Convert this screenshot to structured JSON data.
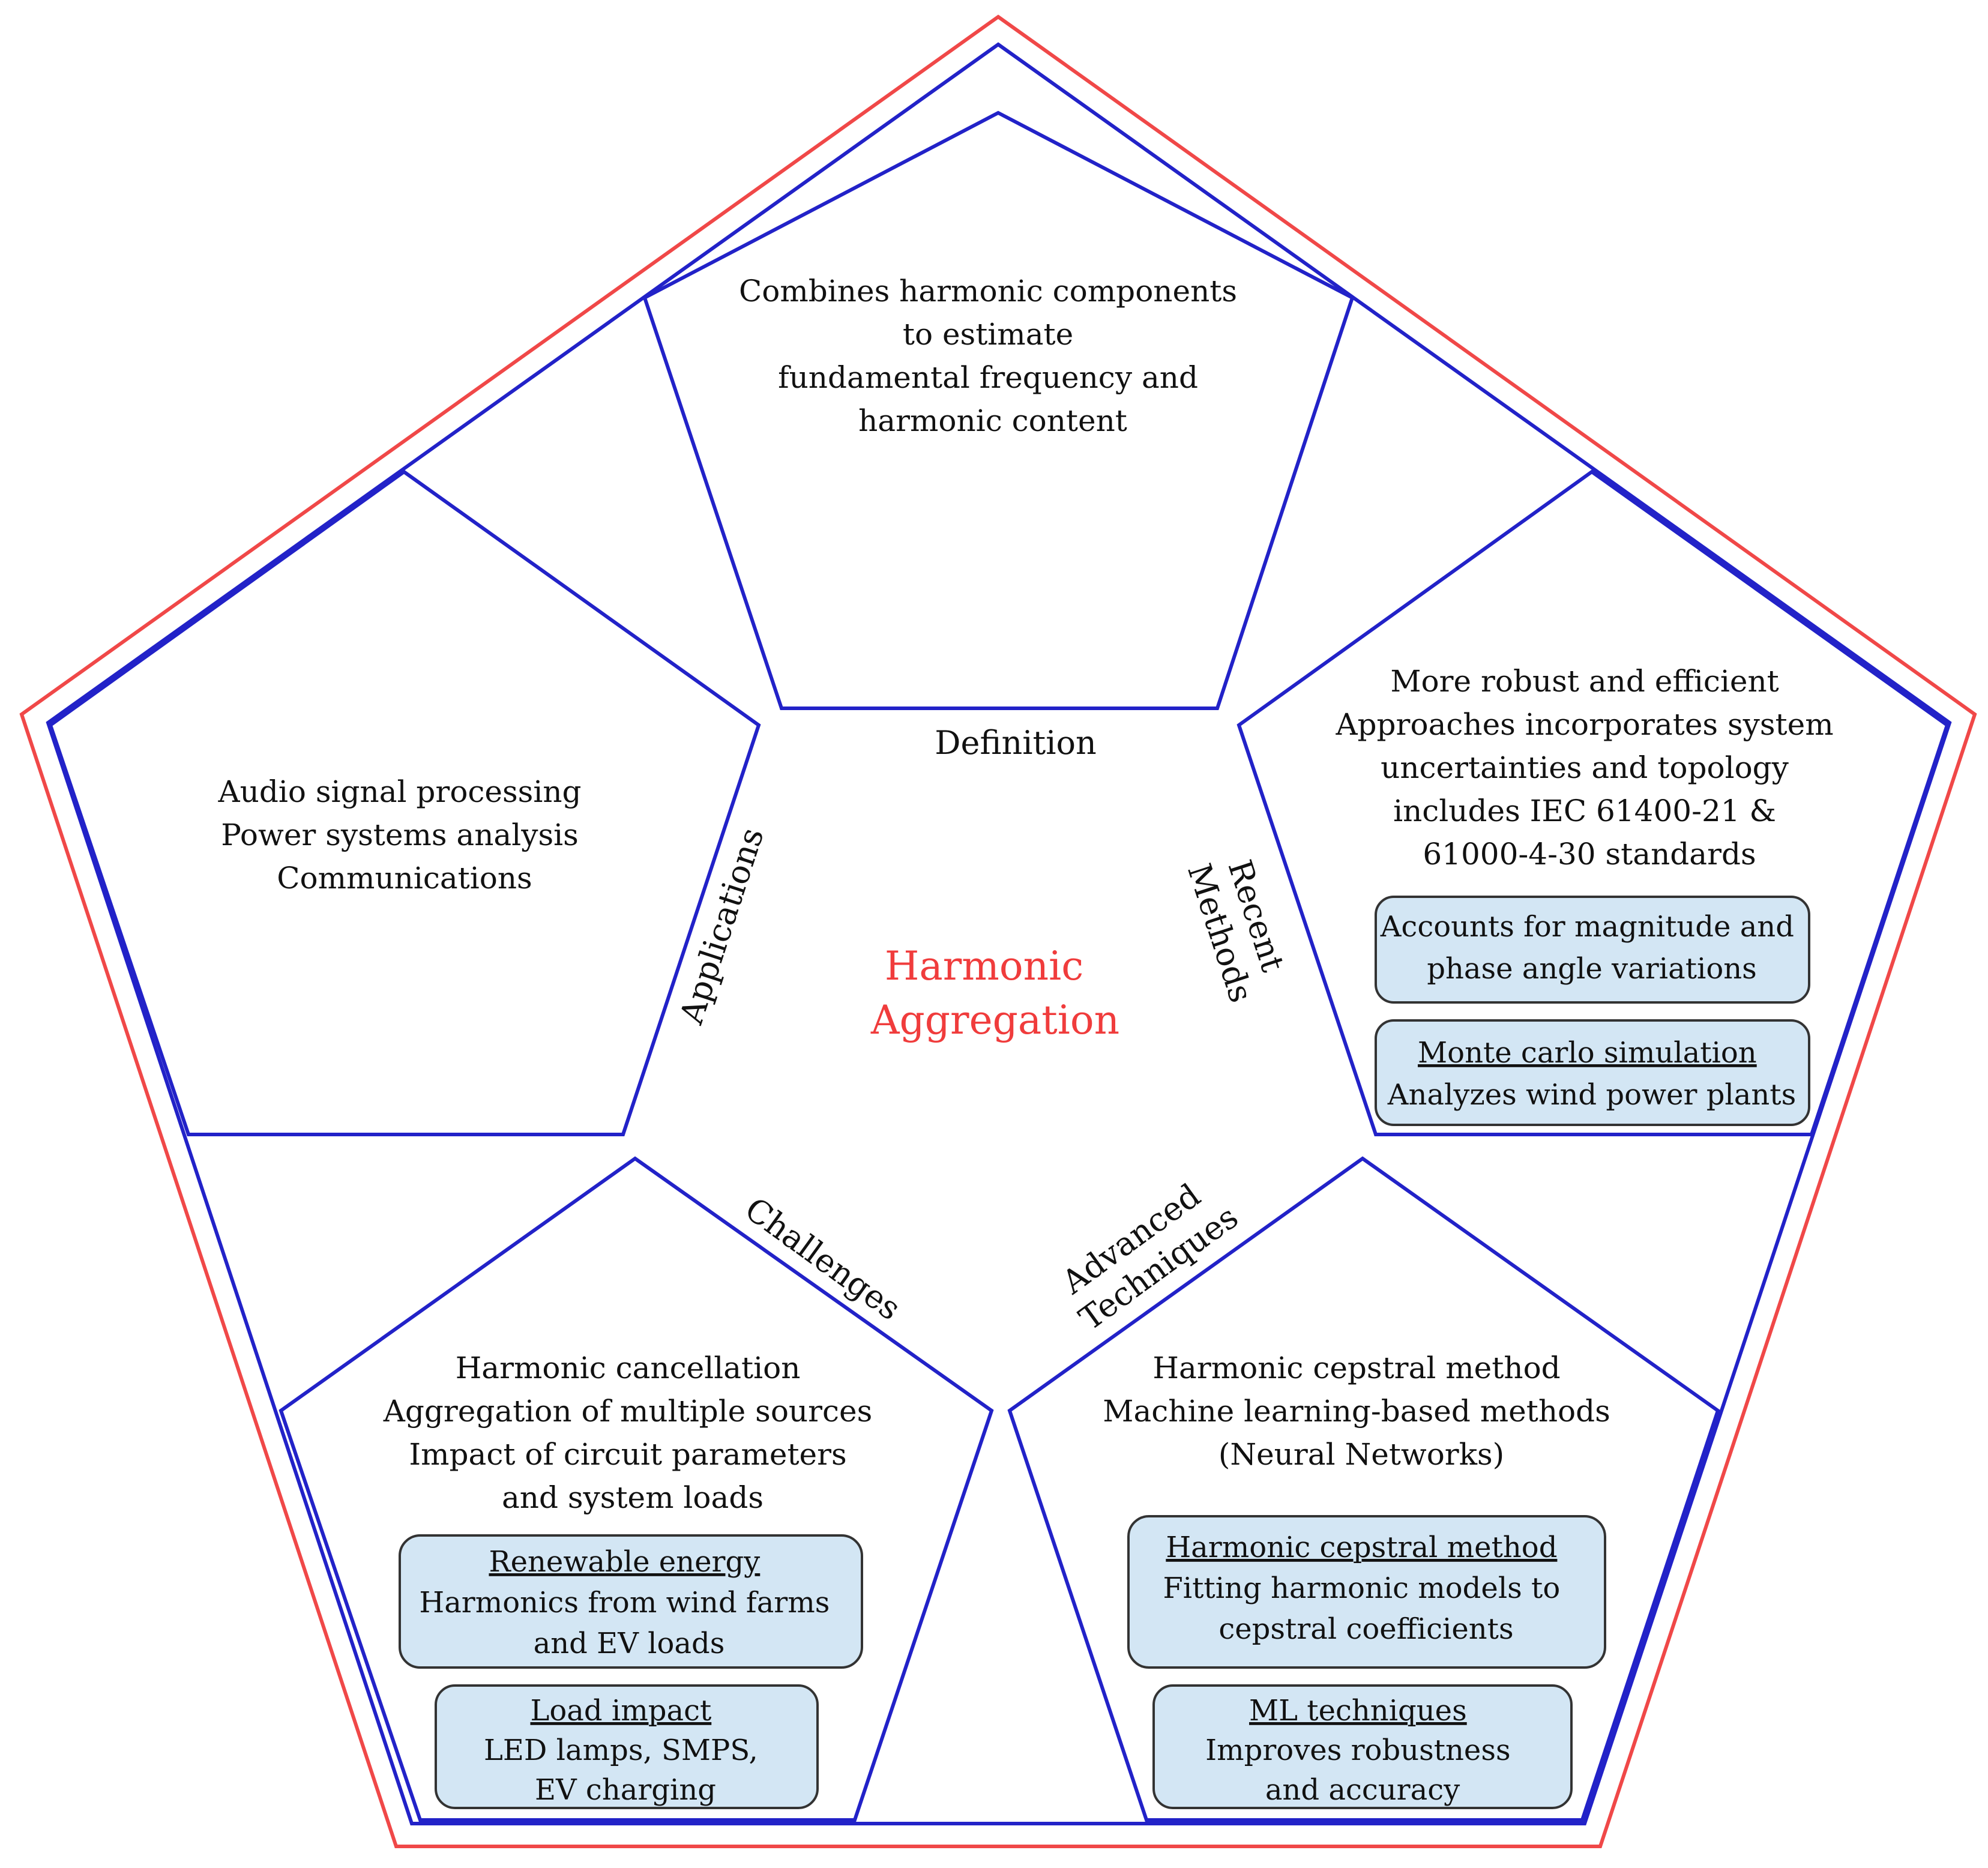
{
  "colors": {
    "outer": "#f04848",
    "inner": "#2222c8",
    "center_text": "#f03c3c",
    "box_fill": "#d3e6f4",
    "box_stroke": "#333333"
  },
  "center": {
    "line1": "Harmonic",
    "line2": "Aggregation"
  },
  "labels": {
    "definition": "Definition",
    "applications": "Applications",
    "recent": {
      "line1": "Recent",
      "line2": "Methods"
    },
    "challenges": "Challenges",
    "advanced": {
      "line1": "Advanced",
      "line2": "Techniques"
    }
  },
  "definition": {
    "lines": [
      "Combines harmonic components",
      "to estimate",
      "fundamental frequency and",
      "harmonic content"
    ]
  },
  "applications": {
    "lines": [
      "Audio signal processing",
      "Power systems analysis",
      "Communications"
    ]
  },
  "recent_methods": {
    "lines": [
      "More robust and efficient",
      "Approaches incorporates system",
      "uncertainties and topology",
      "includes IEC 61400-21 &",
      "61000-4-30 standards"
    ],
    "boxes": [
      {
        "title": "",
        "lines": [
          "Accounts for magnitude and",
          "phase angle variations"
        ]
      },
      {
        "title": "Monte carlo  simulation",
        "lines": [
          "Analyzes wind power plants"
        ]
      }
    ]
  },
  "challenges": {
    "lines": [
      "Harmonic  cancellation",
      "Aggregation of multiple sources",
      "Impact of circuit parameters",
      "and system loads"
    ],
    "boxes": [
      {
        "title": "Renewable energy",
        "lines": [
          "Harmonics from wind farms",
          "and EV loads"
        ]
      },
      {
        "title": "Load impact",
        "lines": [
          "LED lamps, SMPS,",
          "EV charging"
        ]
      }
    ]
  },
  "advanced": {
    "lines": [
      "Harmonic cepstral method",
      "Machine learning-based methods",
      "(Neural Networks)"
    ],
    "boxes": [
      {
        "title": "Harmonic cepstral  method",
        "lines": [
          "Fitting harmonic  models to",
          "cepstral coefficients"
        ]
      },
      {
        "title": "ML techniques",
        "lines": [
          "Improves robustness",
          "and accuracy"
        ]
      }
    ]
  }
}
